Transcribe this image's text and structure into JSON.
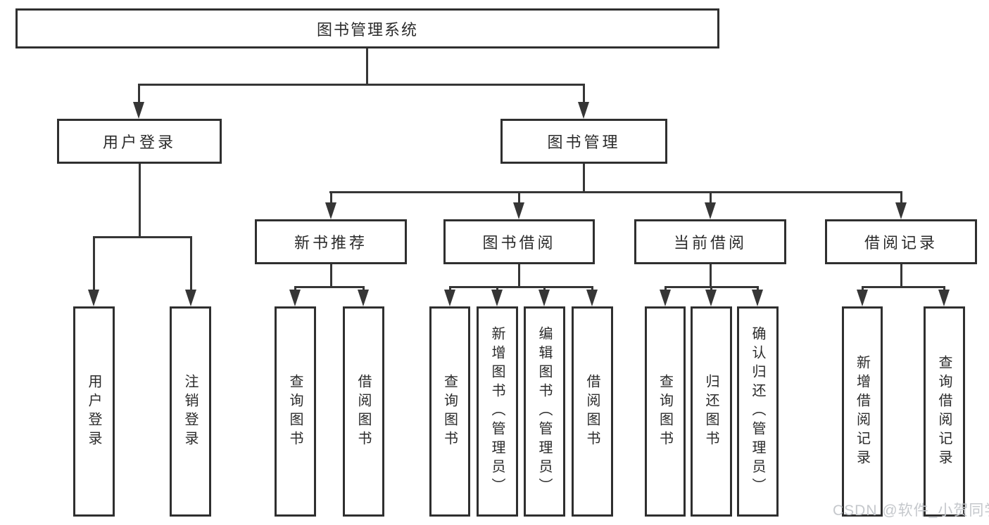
{
  "colors": {
    "line": "#363636",
    "box_border": "#2f2f2f",
    "text": "#2b2b2b",
    "background": "#ffffff",
    "watermark": "#c5c8cc"
  },
  "nodes": {
    "root": {
      "label": "图书管理系统"
    },
    "user_login_group": {
      "label": "用户登录"
    },
    "book_mgmt_group": {
      "label": "图书管理"
    },
    "new_book_rec": {
      "label": "新书推荐"
    },
    "book_borrow": {
      "label": "图书借阅"
    },
    "current_borrow": {
      "label": "当前借阅"
    },
    "borrow_records": {
      "label": "借阅记录"
    },
    "leaves": {
      "user_login": {
        "label": "用户登录"
      },
      "logout": {
        "label": "注销登录"
      },
      "nbr_query_books": {
        "label": "查询图书"
      },
      "nbr_borrow_books": {
        "label": "借阅图书"
      },
      "bb_query_books": {
        "label": "查询图书"
      },
      "bb_add_books": {
        "label": "新增图书（管理员）"
      },
      "bb_edit_books": {
        "label": "编辑图书（管理员）"
      },
      "bb_borrow_books": {
        "label": "借阅图书"
      },
      "cb_query_books": {
        "label": "查询图书"
      },
      "cb_return_books": {
        "label": "归还图书"
      },
      "cb_confirm_return": {
        "label": "确认归还（管理员）"
      },
      "br_add_record": {
        "label": "新增借阅记录"
      },
      "br_query_record": {
        "label": "查询借阅记录"
      }
    }
  },
  "watermark": {
    "text": "CSDN @软件_小贺同学"
  }
}
